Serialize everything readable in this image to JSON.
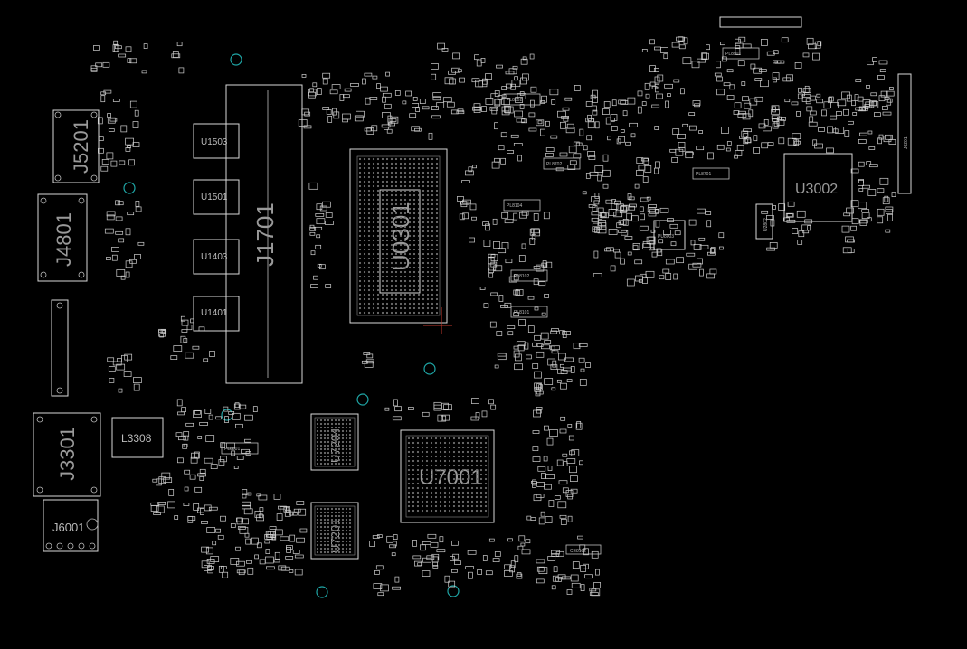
{
  "board": {
    "background": "#000000",
    "outline_color": "#d8d8d8",
    "hole_color": "#1fa6a6",
    "components": {
      "j5201": "J5201",
      "j4801": "J4801",
      "j3301": "J3301",
      "j6001": "J6001",
      "l3308": "L3308",
      "j1701": "J1701",
      "u1503": "U1503",
      "u1501": "U1501",
      "u1403": "U1403",
      "u1401": "U1401",
      "u0301": "U0301",
      "u7204": "U7204",
      "u7201": "U7201",
      "u7001": "U7001",
      "u3002": "U3002",
      "pl8302": "PL8302",
      "pl8702": "PL8702",
      "pl8701": "PL8701",
      "pl8901": "PL8901",
      "pl8801": "PL8801",
      "pl8104": "PL8104",
      "pl8102": "PL8102",
      "pl8101": "PL8101",
      "pu8003": "PU8003",
      "u2802": "U2802",
      "j6201": "J6201",
      "ce8102": "CE8102"
    }
  }
}
